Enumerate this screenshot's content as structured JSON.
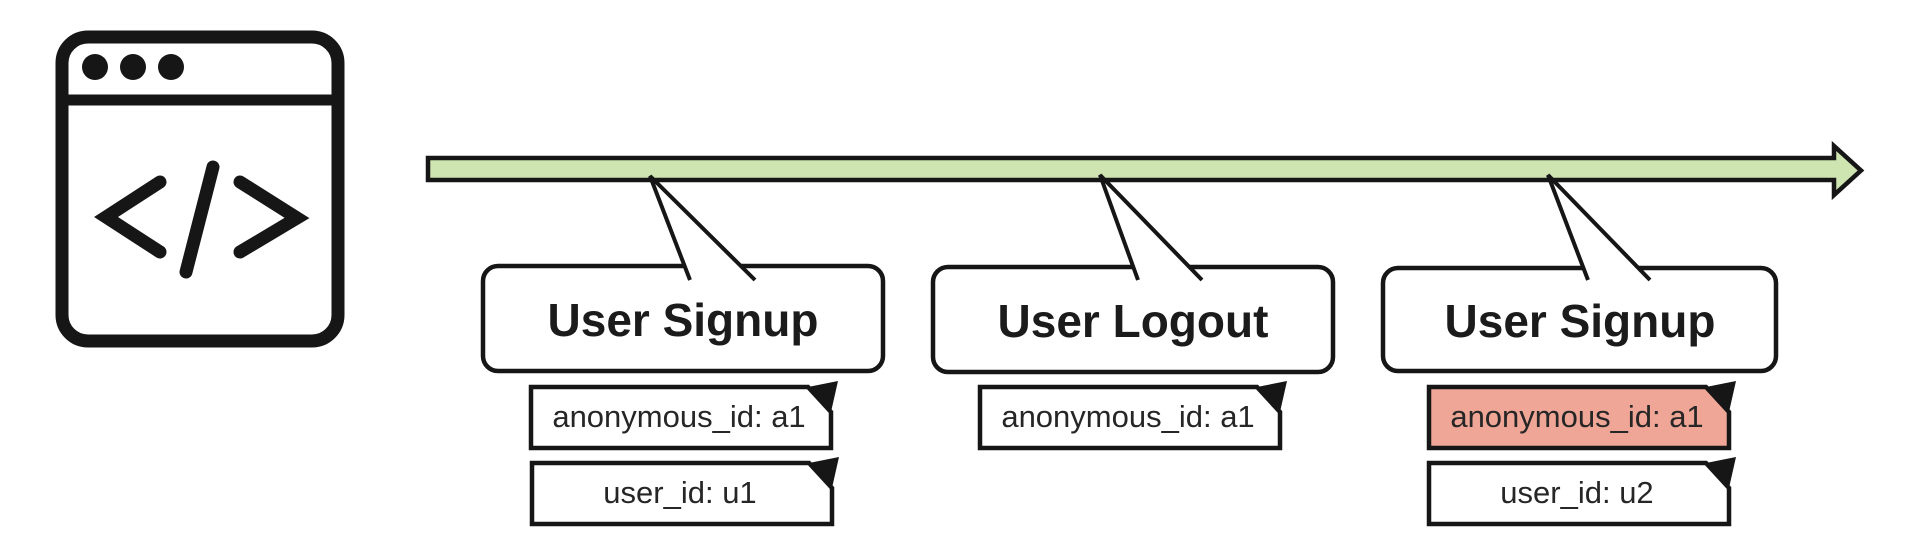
{
  "icons": {
    "app": "browser-code-window-icon",
    "code_glyph": "</>",
    "timeline": "green-right-arrow"
  },
  "colors": {
    "timeline_fill": "#cee5b1",
    "highlight_fill": "#f0a696",
    "shape_fill": "#ffffff",
    "stroke": "#161616"
  },
  "events": [
    {
      "title": "User Signup",
      "tags": [
        {
          "label": "anonymous_id: a1",
          "highlighted": false
        },
        {
          "label": "user_id: u1",
          "highlighted": false
        }
      ]
    },
    {
      "title": "User Logout",
      "tags": [
        {
          "label": "anonymous_id: a1",
          "highlighted": false
        }
      ]
    },
    {
      "title": "User Signup",
      "tags": [
        {
          "label": "anonymous_id: a1",
          "highlighted": true
        },
        {
          "label": "user_id: u2",
          "highlighted": false
        }
      ]
    }
  ]
}
